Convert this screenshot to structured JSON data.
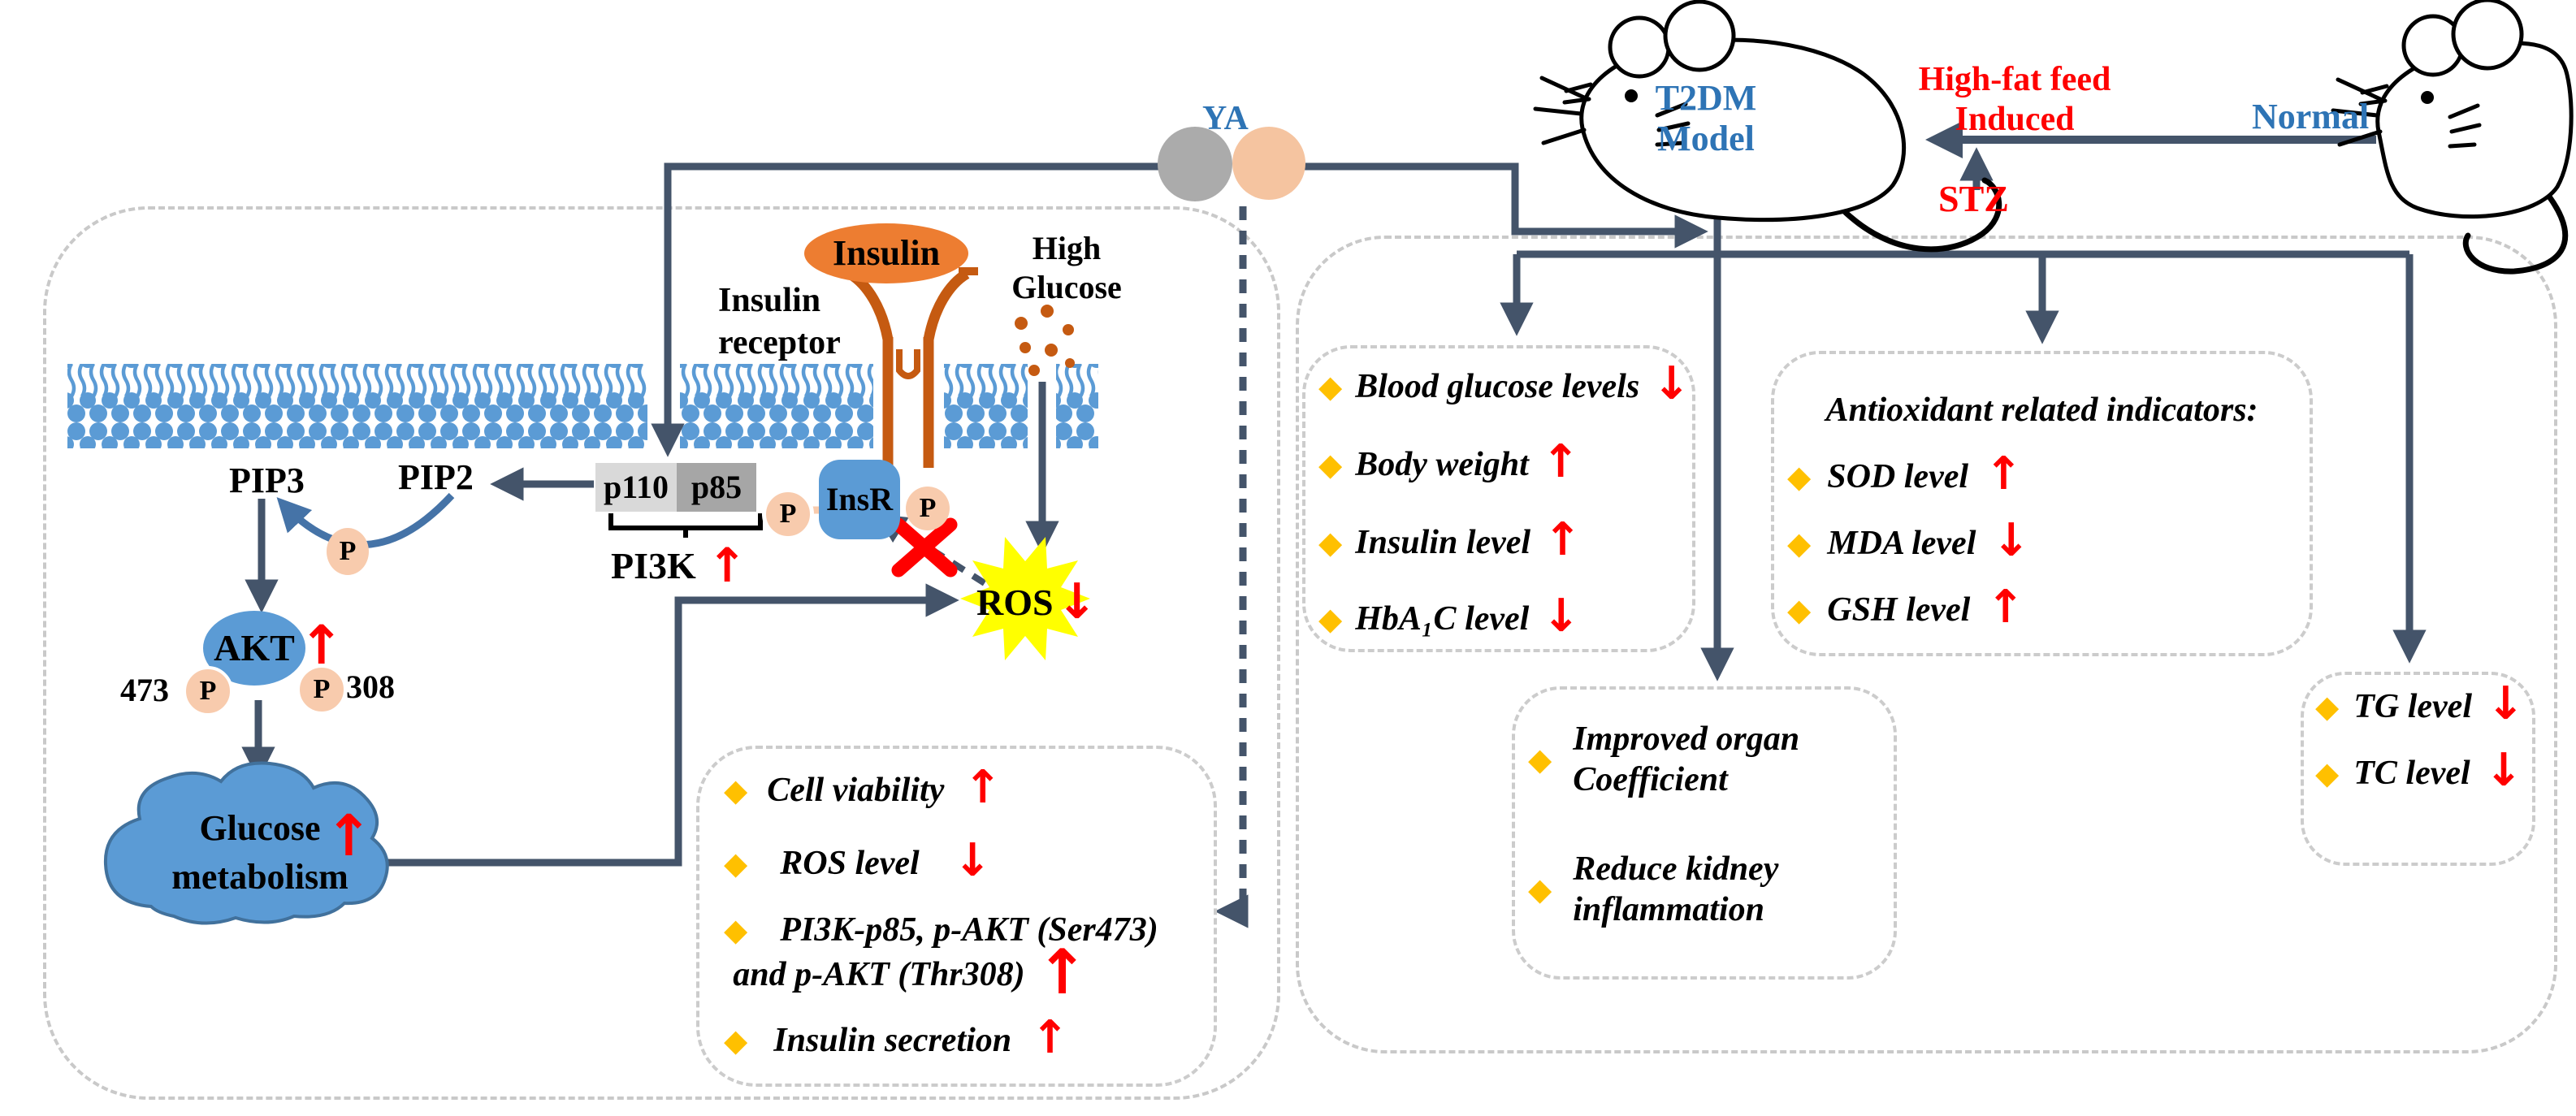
{
  "colors": {
    "arrow_slate": "#44546A",
    "accent_red": "#FF0000",
    "accent_blue": "#2E74B5",
    "membrane_blue": "#5B9BD5",
    "insulin_orange": "#ED7D31",
    "receptor_brown": "#C55A11",
    "phospho_peach": "#F8CBAD",
    "diamond_gold": "#FFC000",
    "burst_yellow": "#FFFF00",
    "p110_grey": "#D9D9D9",
    "p85_grey": "#A6A6A6",
    "dash_grey": "#C9C9C9"
  },
  "mice": {
    "t2dm_line1": "T2DM",
    "t2dm_line2": "Model",
    "normal": "Normal",
    "highfat_line1": "High-fat feed",
    "highfat_line2": "Induced",
    "stz": "STZ"
  },
  "ya": {
    "label": "YA"
  },
  "pathway": {
    "insulin": "Insulin",
    "receptor_line1": "Insulin",
    "receptor_line2": "receptor",
    "high_glucose_line1": "High",
    "high_glucose_line2": "Glucose",
    "p110": "p110",
    "p85": "p85",
    "p": "P",
    "insr": "InsR",
    "pi3k": "PI3K",
    "pi3k_arrow": "↑",
    "pip3": "PIP3",
    "pip2": "PIP2",
    "akt": "AKT",
    "akt_arrow": "↑",
    "ser_site": "473",
    "thr_site": "308",
    "gm_line1": "Glucose",
    "gm_line2": "metabolism",
    "gm_arrow": "↑",
    "ros": "ROS",
    "ros_arrow": "↓"
  },
  "bullet": "◆",
  "results_box": {
    "items": [
      {
        "text": "Cell viability",
        "arrow": "↑"
      },
      {
        "text": "ROS level",
        "arrow": "↓"
      },
      {
        "line1": "PI3K-p85, p-AKT (Ser473)",
        "line2": "and p-AKT (Thr308)",
        "arrow": "↑"
      },
      {
        "text": "Insulin secretion",
        "arrow": "↑"
      }
    ]
  },
  "glycemic_box": {
    "items": [
      {
        "text": "Blood glucose levels",
        "arrow": "↓"
      },
      {
        "text": "Body weight",
        "arrow": "↑"
      },
      {
        "text": "Insulin level",
        "arrow": "↑"
      },
      {
        "text": "HbA₁C level",
        "arrow": "↓"
      }
    ]
  },
  "antioxidant_box": {
    "title": "Antioxidant related indicators:",
    "items": [
      {
        "text": "SOD level",
        "arrow": "↑"
      },
      {
        "text": "MDA level",
        "arrow": "↓"
      },
      {
        "text": "GSH level",
        "arrow": "↑"
      }
    ]
  },
  "organ_box": {
    "items": [
      {
        "line1": "Improved organ",
        "line2": "Coefficient"
      },
      {
        "line1": "Reduce kidney",
        "line2": "inflammation"
      }
    ]
  },
  "lipid_box": {
    "items": [
      {
        "text": "TG level",
        "arrow": "↓"
      },
      {
        "text": "TC level",
        "arrow": "↓"
      }
    ]
  }
}
